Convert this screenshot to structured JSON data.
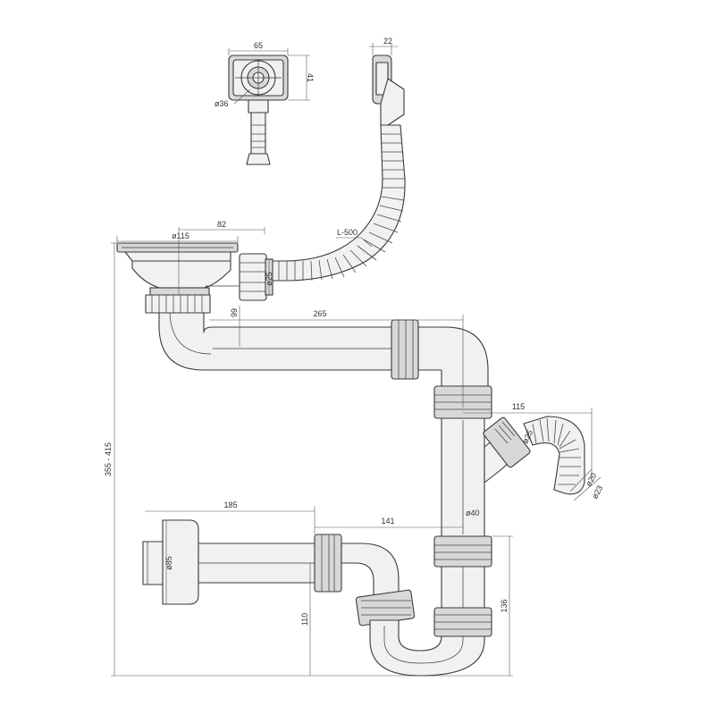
{
  "colors": {
    "line": "#3a3a3a",
    "fill": "#f1f1f1",
    "accent": "#d8d8d8"
  },
  "dimensions": {
    "overflow_width": "65",
    "overflow_height": "41",
    "overflow_diameter": "ø36",
    "overflow_top_width": "22",
    "hose_length": "L-500",
    "strainer_diameter": "ø115",
    "strainer_offset": "82",
    "hose_connector_diameter": "ø25",
    "drop_height": "99",
    "horizontal_run": "265",
    "total_height": "355 - 415",
    "side_outlet_length": "115",
    "side_outlet_diameter": "ø25",
    "side_hose_d20": "ø20",
    "side_hose_d23": "ø23",
    "pipe_diameter": "ø40",
    "wall_pipe_length": "185",
    "wall_to_trap": "141",
    "rosette_diameter": "ø85",
    "outlet_height": "110",
    "trap_height": "136"
  }
}
